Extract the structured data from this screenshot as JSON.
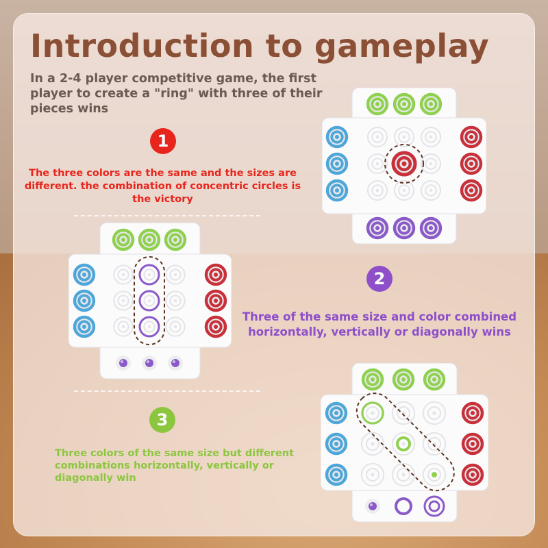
{
  "title": "Introduction to gameplay",
  "intro": "In a 2-4 player competitive game, the first player to create a \"ring\" with three of their pieces wins",
  "rules": [
    {
      "number": "1",
      "color": "#e8251c",
      "text": "The three colors are the same and the sizes are different. the combination of concentric circles is the victory"
    },
    {
      "number": "2",
      "color": "#8e4fc9",
      "text": "Three of the same size and color combined horizontally, vertically or diagonally wins"
    },
    {
      "number": "3",
      "color": "#8cc63f",
      "text": "Three colors of the same size but different combinations horizontally, vertically or diagonally win"
    }
  ],
  "piece_colors": {
    "green": "#8fd14f",
    "blue": "#4fa6d8",
    "red": "#c8303a",
    "purple": "#8a5ac8"
  }
}
